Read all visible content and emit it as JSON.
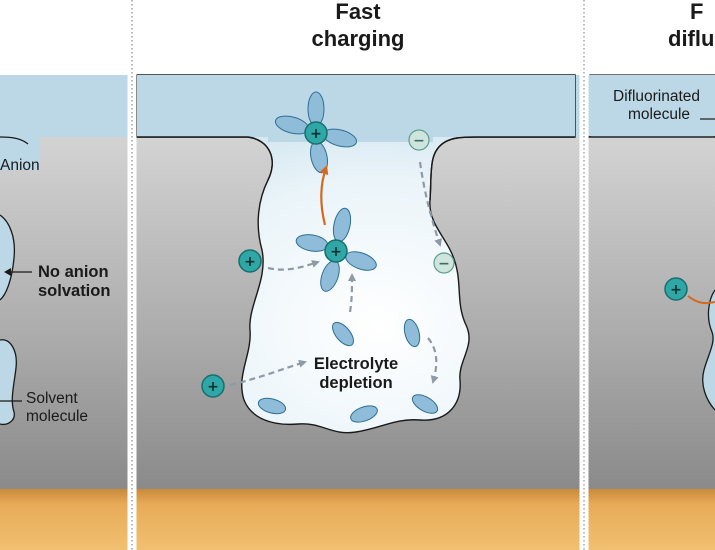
{
  "panels": {
    "left": {
      "labels": {
        "anion": "Anion",
        "no_anion_solvation_line1": "No anion",
        "no_anion_solvation_line2": "solvation",
        "solvent_molecule_line1": "Solvent",
        "solvent_molecule_line2": "molecule"
      }
    },
    "center": {
      "title_line1": "Fast",
      "title_line2": "charging",
      "electrolyte_depletion_line1": "Electrolyte",
      "electrolyte_depletion_line2": "depletion",
      "ion_symbols": {
        "cation": "+",
        "anion": "−"
      }
    },
    "right": {
      "title_line1_partial": "F",
      "title_line2_partial": "diflu",
      "difluorinated_line1": "Difluorinated",
      "difluorinated_line2": "molecule"
    }
  },
  "colors": {
    "electrolyte": "#bcd8e6",
    "electrode_gray_top": "#c9c9c9",
    "electrode_gray_bottom": "#8e8e8e",
    "current_collector": "#e4a349",
    "cation_fill": "#2fa7a6",
    "anion_fill": "#cfe4dd",
    "solvent_fill": "#8fbcd9",
    "depletion_arrow": "#8e9aa6",
    "orange_arrow": "#d4691e"
  }
}
